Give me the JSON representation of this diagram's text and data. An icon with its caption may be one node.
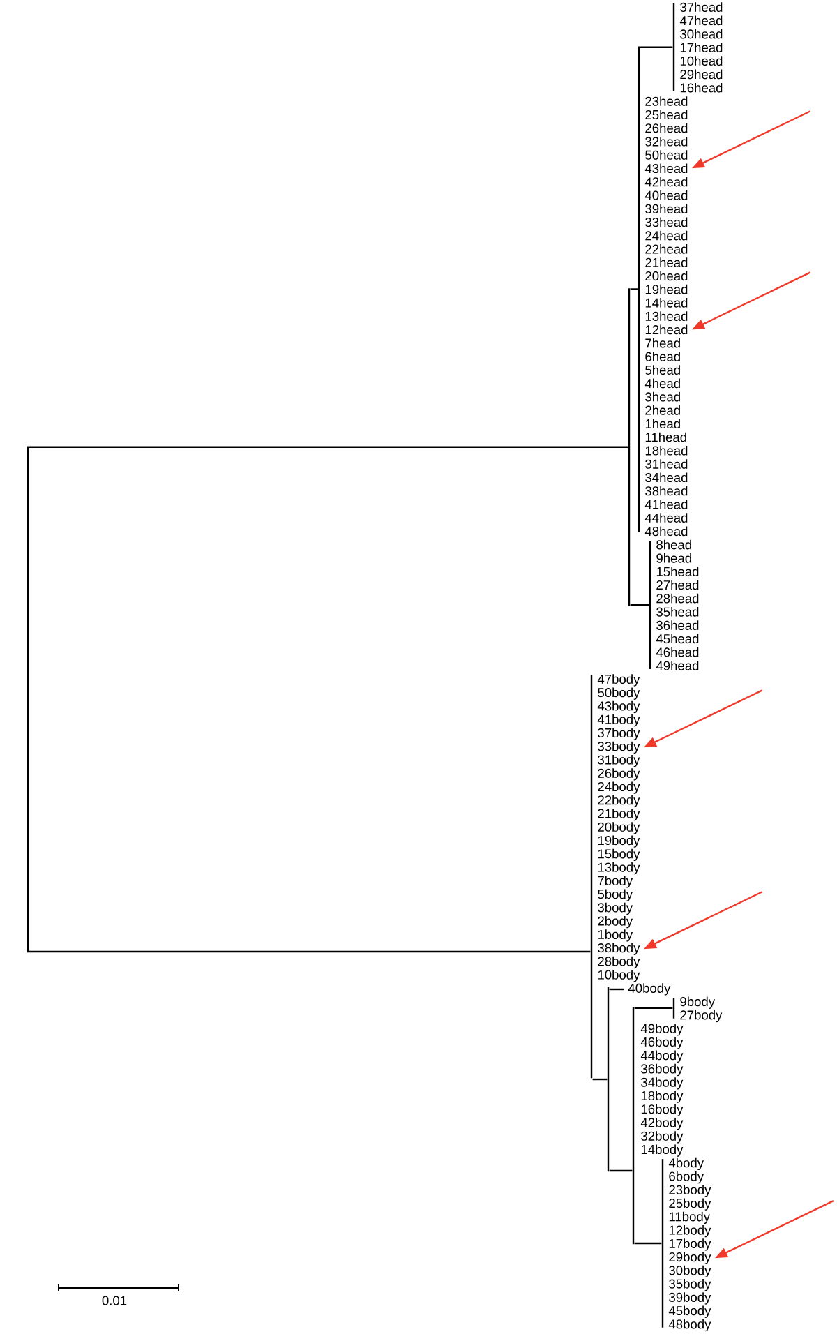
{
  "diagram": {
    "nodes": [
      {
        "text": [
          "37head"
        ]
      },
      {
        "text": [
          "47head"
        ]
      },
      {
        "text": [
          "30head"
        ]
      },
      {
        "text": [
          "17head"
        ]
      },
      {
        "text": [
          "10head"
        ]
      },
      {
        "text": [
          "29head"
        ]
      },
      {
        "text": [
          "16head"
        ]
      },
      {
        "text": [
          "23head"
        ]
      },
      {
        "text": [
          "25head"
        ]
      },
      {
        "text": [
          "26head"
        ]
      },
      {
        "text": [
          "32head"
        ]
      },
      {
        "text": [
          "50head"
        ]
      },
      {
        "text": [
          "43head"
        ]
      },
      {
        "text": [
          "42head"
        ]
      },
      {
        "text": [
          "40head"
        ]
      },
      {
        "text": [
          "39head"
        ]
      },
      {
        "text": [
          "33head"
        ]
      },
      {
        "text": [
          "24head"
        ]
      },
      {
        "text": [
          "22head"
        ]
      },
      {
        "text": [
          "21head"
        ]
      },
      {
        "text": [
          "20head"
        ]
      },
      {
        "text": [
          "19head"
        ]
      },
      {
        "text": [
          "14head"
        ]
      },
      {
        "text": [
          "13head"
        ]
      },
      {
        "text": [
          "12head"
        ]
      },
      {
        "text": [
          "7head"
        ]
      },
      {
        "text": [
          "6head"
        ]
      },
      {
        "text": [
          "5head"
        ]
      },
      {
        "text": [
          "4head"
        ]
      },
      {
        "text": [
          "3head"
        ]
      },
      {
        "text": [
          "2head"
        ]
      },
      {
        "text": [
          "1head"
        ]
      },
      {
        "text": [
          "11head"
        ]
      },
      {
        "text": [
          "18head"
        ]
      },
      {
        "text": [
          "31head"
        ]
      },
      {
        "text": [
          "34head"
        ]
      },
      {
        "text": [
          "38head"
        ]
      },
      {
        "text": [
          "41head"
        ]
      },
      {
        "text": [
          "44head"
        ]
      },
      {
        "text": [
          "48head"
        ]
      },
      {
        "text": [
          "8head"
        ]
      },
      {
        "text": [
          "9head"
        ]
      },
      {
        "text": [
          "15head"
        ]
      },
      {
        "text": [
          "27head"
        ]
      },
      {
        "text": [
          "28head"
        ]
      },
      {
        "text": [
          "35head"
        ]
      },
      {
        "text": [
          "36head"
        ]
      },
      {
        "text": [
          "45head"
        ]
      },
      {
        "text": [
          "46head"
        ]
      },
      {
        "text": [
          "49head"
        ]
      },
      {
        "text": [
          "47body"
        ]
      },
      {
        "text": [
          "50body"
        ]
      },
      {
        "text": [
          "43body"
        ]
      },
      {
        "text": [
          "41body"
        ]
      },
      {
        "text": [
          "37body"
        ]
      },
      {
        "text": [
          "33body"
        ]
      },
      {
        "text": [
          "31body"
        ]
      },
      {
        "text": [
          "26body"
        ]
      },
      {
        "text": [
          "24body"
        ]
      },
      {
        "text": [
          "22body"
        ]
      },
      {
        "text": [
          "21body"
        ]
      },
      {
        "text": [
          "20body"
        ]
      },
      {
        "text": [
          "19body"
        ]
      },
      {
        "text": [
          "15body"
        ]
      },
      {
        "text": [
          "13body"
        ]
      },
      {
        "text": [
          "7body"
        ]
      },
      {
        "text": [
          "5body"
        ]
      },
      {
        "text": [
          "3body"
        ]
      },
      {
        "text": [
          "2body"
        ]
      },
      {
        "text": [
          "1body"
        ]
      },
      {
        "text": [
          "38body"
        ]
      },
      {
        "text": [
          "28body"
        ]
      },
      {
        "text": [
          "10body"
        ]
      },
      {
        "text": [
          "40body"
        ]
      },
      {
        "text": [
          "9body"
        ]
      },
      {
        "text": [
          "27body"
        ]
      },
      {
        "text": [
          "49body"
        ]
      },
      {
        "text": [
          "46body"
        ]
      },
      {
        "text": [
          "44body"
        ]
      },
      {
        "text": [
          "36body"
        ]
      },
      {
        "text": [
          "34body"
        ]
      },
      {
        "text": [
          "18body"
        ]
      },
      {
        "text": [
          "16body"
        ]
      },
      {
        "text": [
          "42body"
        ]
      },
      {
        "text": [
          "32body"
        ]
      },
      {
        "text": [
          "14body"
        ]
      },
      {
        "text": [
          "4body"
        ]
      },
      {
        "text": [
          "6body"
        ]
      },
      {
        "text": [
          "23body"
        ]
      },
      {
        "text": [
          "25body"
        ]
      },
      {
        "text": [
          "11body"
        ]
      },
      {
        "text": [
          "12body"
        ]
      },
      {
        "text": [
          "17body"
        ]
      },
      {
        "text": [
          "29body"
        ]
      },
      {
        "text": [
          "30body"
        ]
      },
      {
        "text": [
          "35body"
        ]
      },
      {
        "text": [
          "39body"
        ]
      },
      {
        "text": [
          "45body"
        ]
      },
      {
        "text": [
          "48body"
        ]
      },
      {
        "text": [],
        "shape": "bar"
      },
      {
        "text": [],
        "shape": "bar"
      },
      {
        "text": [],
        "shape": "bar"
      },
      {
        "text": [],
        "shape": "bar"
      },
      {
        "text": [],
        "shape": "bar"
      },
      {
        "text": [],
        "shape": "bar"
      },
      {
        "text": [],
        "shape": "bar"
      },
      {
        "text": [],
        "shape": "bar"
      },
      {
        "text": [],
        "shape": "bar"
      },
      {
        "text": [],
        "shape": "bar"
      }
    ],
    "edges": [
      {
        "from": null,
        "to": 12,
        "arrow": "to",
        "color": "#f0392b"
      },
      {
        "from": null,
        "to": 24,
        "arrow": "to",
        "color": "#f0392b"
      },
      {
        "from": null,
        "to": 55,
        "arrow": "to",
        "color": "#f0392b"
      },
      {
        "from": null,
        "to": 70,
        "arrow": "to",
        "color": "#f0392b"
      },
      {
        "from": null,
        "to": 93,
        "arrow": "to",
        "color": "#f0392b"
      },
      {
        "from": 99,
        "to": 100,
        "arrow": "none"
      },
      {
        "from": 99,
        "to": 104,
        "arrow": "none"
      },
      {
        "from": 100,
        "to": 101,
        "arrow": "none"
      },
      {
        "from": 100,
        "to": 103,
        "arrow": "none"
      },
      {
        "from": 101,
        "to": 102,
        "arrow": "none"
      },
      {
        "from": 104,
        "to": 105,
        "arrow": "none"
      },
      {
        "from": 105,
        "to": 73,
        "arrow": "none"
      },
      {
        "from": 105,
        "to": 106,
        "arrow": "none"
      },
      {
        "from": 106,
        "to": 107,
        "arrow": "none"
      },
      {
        "from": 106,
        "to": 108,
        "arrow": "none"
      }
    ],
    "labels": [
      "0.01"
    ]
  }
}
